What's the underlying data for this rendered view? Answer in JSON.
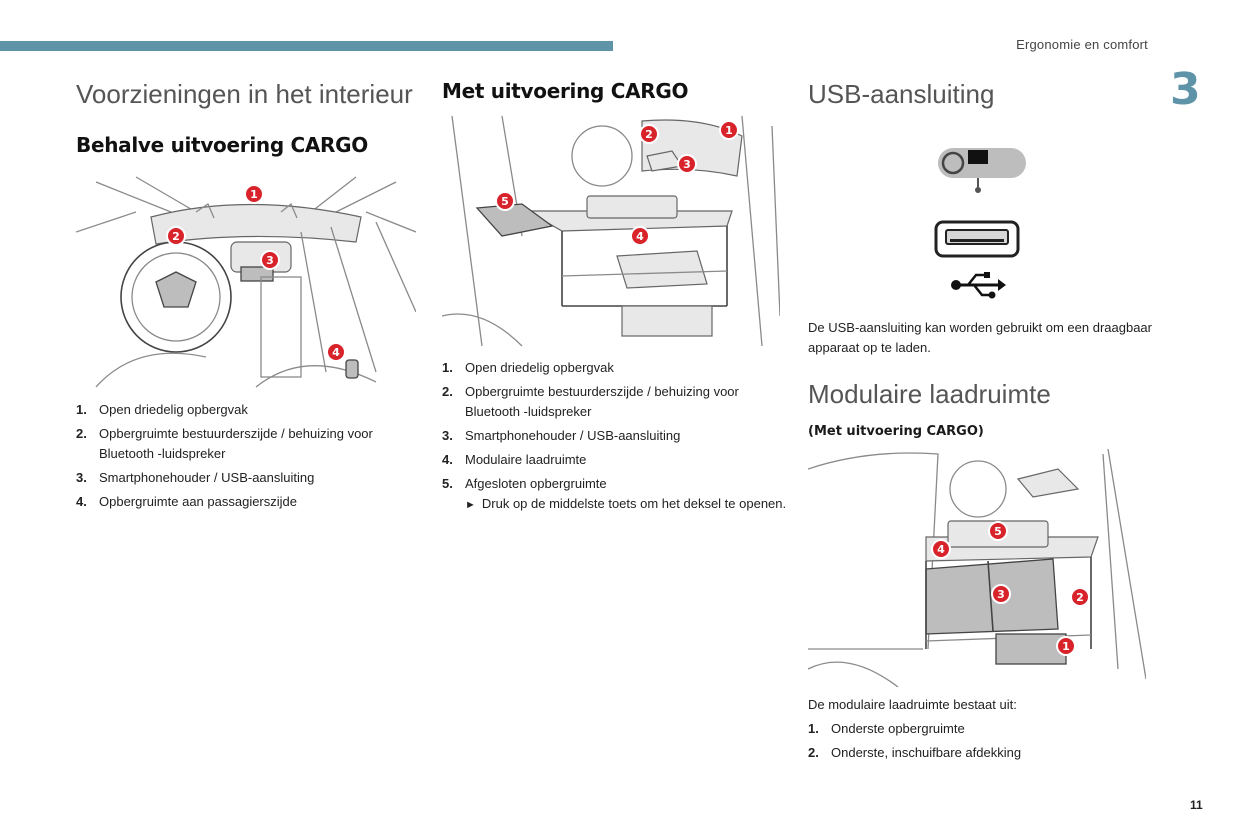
{
  "header": {
    "section": "Ergonomie en comfort",
    "chapter": "3"
  },
  "page_number": "11",
  "colors": {
    "accent": "#5e93a8",
    "badge": "#d8232a"
  },
  "left": {
    "title": "Voorzieningen in het interieur",
    "subtitle": "Behalve uitvoering CARGO",
    "badges": [
      "1",
      "2",
      "3",
      "4"
    ],
    "items": [
      {
        "num": "1.",
        "text": "Open driedelig opbergvak"
      },
      {
        "num": "2.",
        "text": "Opbergruimte bestuurderszijde / behuizing voor Bluetooth -luidspreker"
      },
      {
        "num": "3.",
        "text": "Smartphonehouder / USB-aansluiting"
      },
      {
        "num": "4.",
        "text": "Opbergruimte aan passagierszijde"
      }
    ]
  },
  "middle": {
    "title": "Met uitvoering CARGO",
    "badges": [
      "1",
      "2",
      "3",
      "4",
      "5"
    ],
    "items": [
      {
        "num": "1.",
        "text": "Open driedelig opbergvak"
      },
      {
        "num": "2.",
        "text": "Opbergruimte bestuurderszijde / behuizing voor Bluetooth -luidspreker"
      },
      {
        "num": "3.",
        "text": "Smartphonehouder / USB-aansluiting"
      },
      {
        "num": "4.",
        "text": "Modulaire laadruimte"
      },
      {
        "num": "5.",
        "text": "Afgesloten opbergruimte",
        "note": "Druk op de middelste toets om het deksel te openen."
      }
    ]
  },
  "right": {
    "usb_title": "USB-aansluiting",
    "usb_text": "De USB-aansluiting kan worden gebruikt om een draagbaar apparaat op te laden.",
    "cargo_title": "Modulaire laadruimte",
    "cargo_note": "(Met uitvoering CARGO)",
    "badges": [
      "1",
      "2",
      "3",
      "4",
      "5"
    ],
    "cargo_intro": "De modulaire laadruimte bestaat uit:",
    "items": [
      {
        "num": "1.",
        "text": "Onderste opbergruimte"
      },
      {
        "num": "2.",
        "text": "Onderste, inschuifbare afdekking"
      }
    ]
  }
}
